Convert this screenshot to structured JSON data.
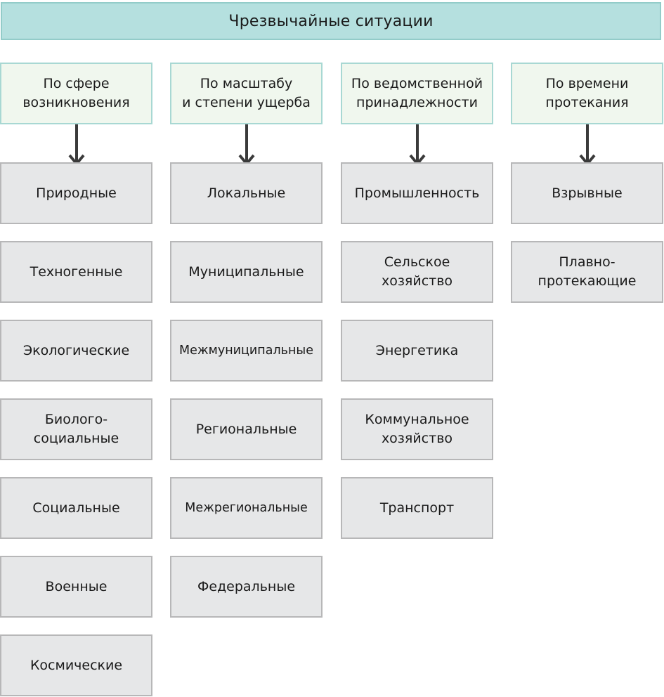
{
  "title": "Чрезвычайные ситуации",
  "columns": [
    {
      "id": "sphere",
      "label": "По сфере\nвозникновения",
      "items": [
        "Природные",
        "Техногенные",
        "Экологические",
        "Биолого-\nсоциальные",
        "Социальные",
        "Военные",
        "Космические"
      ]
    },
    {
      "id": "scale",
      "label": "По масштабу\nи степени ущерба",
      "items": [
        "Локальные",
        "Муниципальные",
        "Межмуниципальные",
        "Региональные",
        "Межрегиональные",
        "Федеральные"
      ]
    },
    {
      "id": "department",
      "label": "По ведомственной\nпринадлежности",
      "items": [
        "Промышленность",
        "Сельское\nхозяйство",
        "Энергетика",
        "Коммунальное\nхозяйство",
        "Транспорт"
      ]
    },
    {
      "id": "duration",
      "label": "По времени\nпротекания",
      "items": [
        "Взрывные",
        "Плавно-\nпротекающие"
      ]
    }
  ],
  "colors": {
    "title_fill": "#b5e0df",
    "category_fill": "#f0f7ee",
    "item_fill": "#e6e7e8",
    "arrow": "#3a3a3a"
  }
}
